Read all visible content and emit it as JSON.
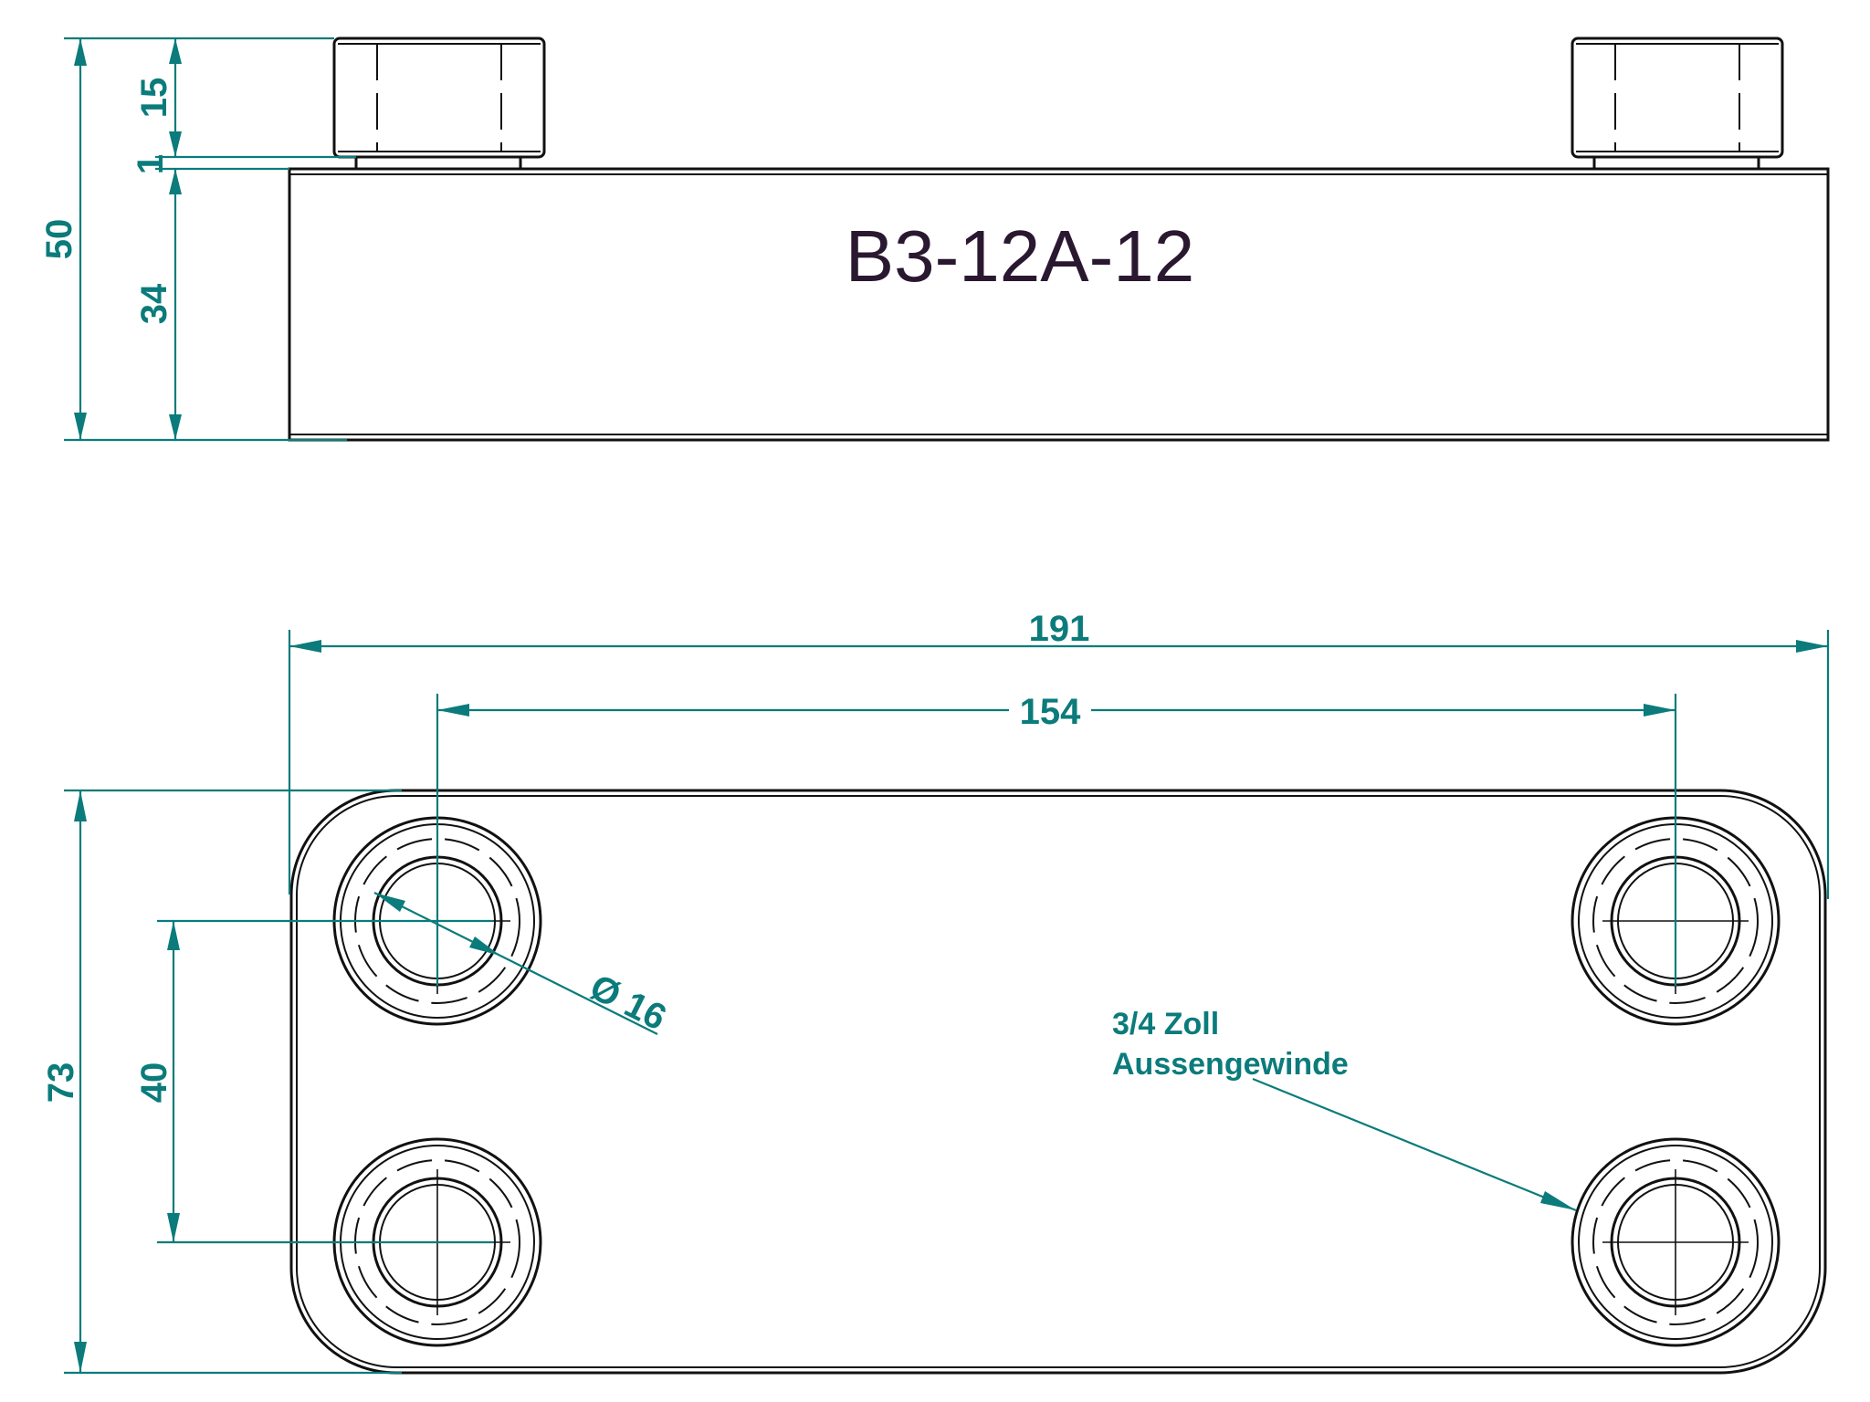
{
  "part_label": "B3-12A-12",
  "dimensions": {
    "height_total": "50",
    "height_connection": "15",
    "gap": "1",
    "height_body": "34",
    "width_total": "191",
    "port_spacing_horizontal": "154",
    "depth_total": "73",
    "port_spacing_vertical": "40",
    "port_diameter": "Ø 16"
  },
  "note": {
    "line1": "3/4 Zoll",
    "line2": "Aussengewinde"
  },
  "colors": {
    "dimension": "#0b7b7b",
    "outline": "#111111",
    "label": "#2a1830"
  }
}
